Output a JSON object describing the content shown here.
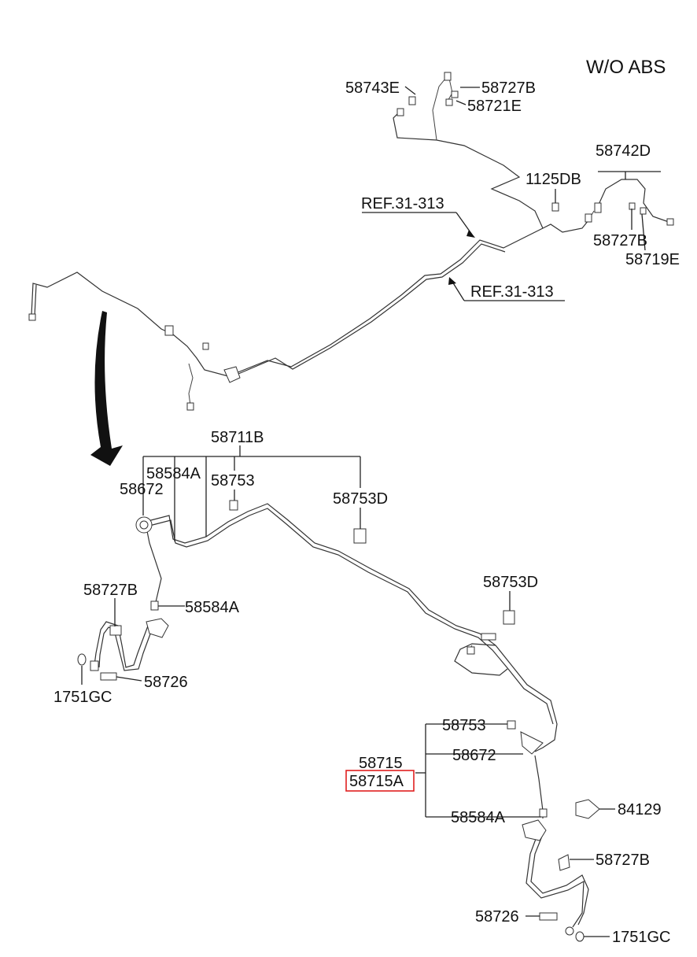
{
  "header": {
    "variant": "W/O ABS"
  },
  "labels": {
    "top_58743E": "58743E",
    "top_58727B": "58727B",
    "top_58721E": "58721E",
    "top_1125DB": "1125DB",
    "top_58742D": "58742D",
    "top_58727B_2": "58727B",
    "top_58719E": "58719E",
    "ref_1": "REF.31-313",
    "ref_2": "REF.31-313",
    "main_58711B": "58711B",
    "main_58584A": "58584A",
    "main_58672": "58672",
    "main_58753": "58753",
    "main_58753D": "58753D",
    "left_58727B": "58727B",
    "left_58584A": "58584A",
    "left_58726": "58726",
    "left_1751GC": "1751GC",
    "right_58753D": "58753D",
    "group_58753": "58753",
    "group_58715": "58715",
    "group_58715A": "58715A",
    "group_58672": "58672",
    "group_58584A": "58584A",
    "right_84129": "84129",
    "right_58727B": "58727B",
    "right_58726": "58726",
    "right_1751GC": "1751GC"
  },
  "highlight": {
    "part": "58715A",
    "color": "#e02020"
  }
}
